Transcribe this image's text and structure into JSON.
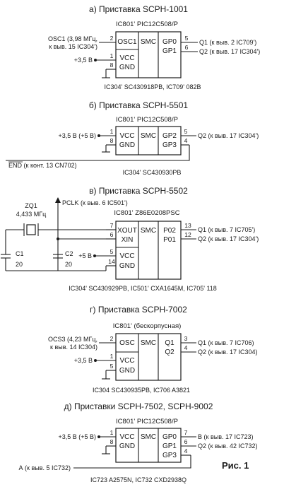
{
  "figure_caption": "Рис. 1",
  "sections": [
    {
      "title": "а) Приставка SCPH-1001",
      "chip": "IC801' PIC12C508/P",
      "blocks": [
        "OSC1",
        "SMC",
        "GP0",
        "GP1",
        "VCC",
        "GND"
      ],
      "pins": [
        "2",
        "5",
        "6",
        "1",
        "8"
      ],
      "left_labels": [
        "OSC1 (3,98 МГц,",
        "к выв. 15 IC304')",
        "+3,5 В"
      ],
      "right_labels": [
        "Q1 (к выв. 2 IC709')",
        "Q2 (к выв. 17 IC304')"
      ],
      "footer": "IC304' SC430918PB, IC709' 082B"
    },
    {
      "title": "б) Приставка SCPH-5501",
      "chip": "IC801' PIC12C508/P",
      "blocks": [
        "VCC",
        "GND",
        "SMC",
        "GP2",
        "GP3"
      ],
      "pins": [
        "1",
        "8",
        "5",
        "4"
      ],
      "left_labels": [
        "+3,5 В (+5 В)",
        "END (к конт. 13 CN702)"
      ],
      "right_labels": [
        "Q2 (к выв. 17 IC304')"
      ],
      "footer": "IC304' SC430930PB"
    },
    {
      "title": "в) Приставка SCPH-5502",
      "chip": "IC801' Z86E0208PSC",
      "blocks": [
        "XOUT",
        "XIN",
        "SMC",
        "P02",
        "P01",
        "VCC",
        "GND"
      ],
      "pins": [
        "7",
        "6",
        "13",
        "12",
        "5",
        "14"
      ],
      "top_label": "PCLK (к выв. 6 IC501')",
      "crystal": [
        "ZQ1",
        "4,433 МГц"
      ],
      "caps": [
        [
          "C1",
          "20"
        ],
        [
          "C2",
          "20"
        ]
      ],
      "supply": "+5 В",
      "right_labels": [
        "Q1 (к выв. 7 IC705')",
        "Q2 (к выв. 17 IC304')"
      ],
      "footer": "IC304' SC430929PB, IC501' CXA1645M, IC705' 118"
    },
    {
      "title": "г) Приставка SCPH-7002",
      "chip": "IC801' (бескорпусная)",
      "blocks": [
        "OSC",
        "SMC",
        "Q1",
        "Q2",
        "VCC",
        "GND"
      ],
      "pins": [
        "2",
        "3",
        "4",
        "1",
        "5"
      ],
      "left_labels": [
        "OCS3 (4,23 МГц,",
        "к выв. 14 IC304)",
        "+3,5 В"
      ],
      "right_labels": [
        "Q1 (к выв. 7 IC706)",
        "Q2 (к выв. 17 IC304)"
      ],
      "footer": "IC304 SC430935PB, IC706 A3821"
    },
    {
      "title": "д) Приставки SCPH-7502, SCPH-9002",
      "chip": "IC801' PIC12C508/P",
      "blocks": [
        "VCC",
        "GND",
        "SMC",
        "GP0",
        "GP1",
        "GP3"
      ],
      "pins": [
        "1",
        "8",
        "7",
        "6",
        "4"
      ],
      "left_labels": [
        "+3,5 В (+5 В)",
        "А (к выв. 5 IC732)"
      ],
      "right_labels": [
        "В (к выв. 17 IC723)",
        "Q2 (к выв. 42 IC732)"
      ],
      "footer": "IC723 A2575N, IC732 CXD2938Q"
    }
  ]
}
